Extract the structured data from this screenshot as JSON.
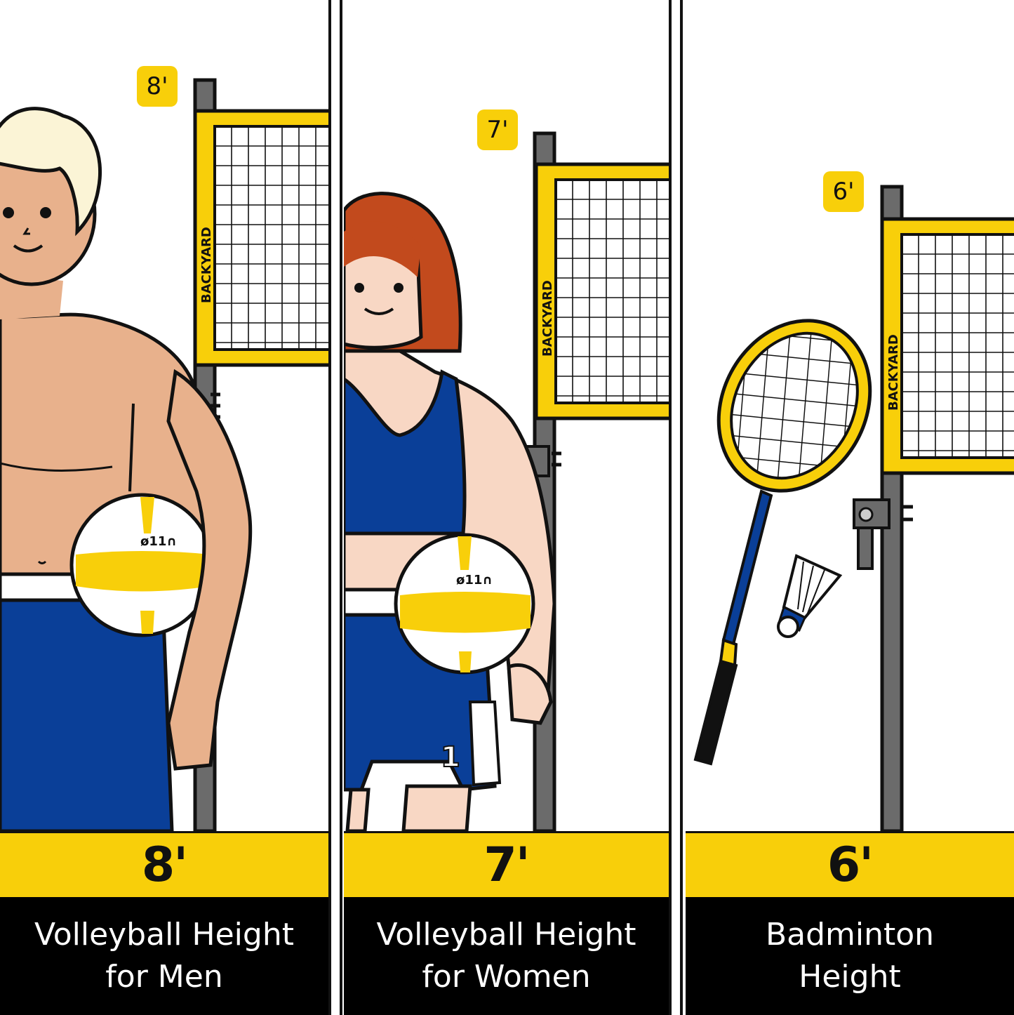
{
  "colors": {
    "accent_yellow": "#f8cf0a",
    "uniform_blue": "#0a3f98",
    "pole_gray": "#6b6b6b",
    "skin_tan": "#e8b18c",
    "skin_light": "#f8d7c4",
    "hair_blond": "#fbf4d6",
    "hair_red": "#c24a1d",
    "caption_bg": "#000000"
  },
  "panels": [
    {
      "pole_tag": "8'",
      "height_label": "8'",
      "caption_line1": "Volleyball Height",
      "caption_line2": "for Men",
      "net_brand": "BACKYARD",
      "ball_logo": "ø11∩"
    },
    {
      "pole_tag": "7'",
      "height_label": "7'",
      "caption_line1": "Volleyball Height",
      "caption_line2": "for Women",
      "net_brand": "BACKYARD",
      "ball_logo": "ø11∩",
      "jersey_number": "1"
    },
    {
      "pole_tag": "6'",
      "height_label": "6'",
      "caption_line1": "Badminton",
      "caption_line2": "Height",
      "net_brand": "BACKYARD"
    }
  ]
}
